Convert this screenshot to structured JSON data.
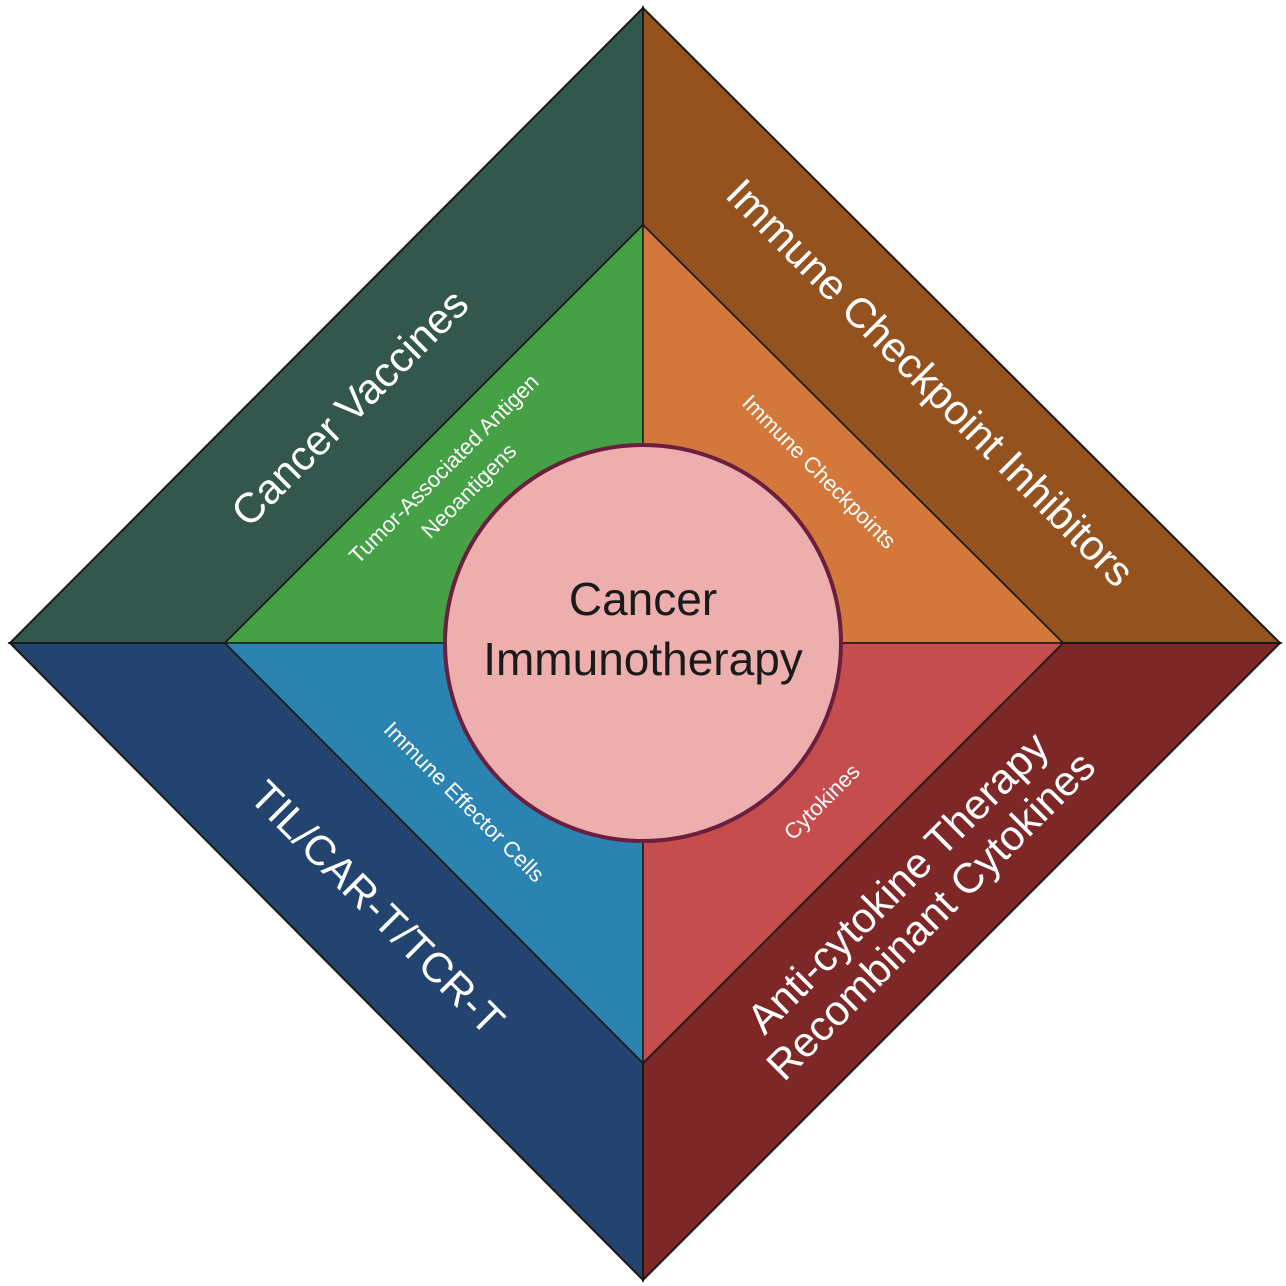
{
  "center": {
    "line1": "Cancer",
    "line2": "Immunotherapy",
    "fill": "#edaeae",
    "stroke": "#6b1e3e"
  },
  "quadrants": {
    "top_left": {
      "outer_label": "Cancer Vaccines",
      "inner_line1": "Tumor-Associated Antigen",
      "inner_line2": "Neoantigens",
      "outer_color": "#33574c",
      "inner_color": "#45a046"
    },
    "top_right": {
      "outer_label": "Immune Checkpoint Inhibitors",
      "inner_label": "Immune Checkpoints",
      "outer_color": "#94521f",
      "inner_color": "#d4773a"
    },
    "bottom_left": {
      "outer_label": "TIL/CAR-T/TCR-T",
      "inner_label": "Immune Effector Cells",
      "outer_color": "#22446e",
      "inner_color": "#2a83b0"
    },
    "bottom_right": {
      "outer_line1": "Anti-cytokine Therapy",
      "outer_line2": "Recombinant Cytokines",
      "inner_label": "Cytokines",
      "outer_color": "#7e2727",
      "inner_color": "#c64d4d"
    }
  }
}
